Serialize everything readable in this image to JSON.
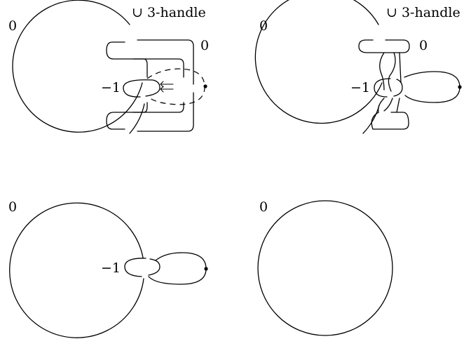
{
  "panels": [
    {
      "handle_note": "∪ 3-handle",
      "labels": {
        "big_circle": "0",
        "top_right": "0",
        "left": "−1"
      }
    },
    {
      "handle_note": "∪ 3-handle",
      "labels": {
        "big_circle": "0",
        "top_right": "0",
        "left": "−1"
      }
    },
    {
      "labels": {
        "big_circle": "0",
        "left": "−1"
      }
    },
    {
      "labels": {
        "big_circle": "0"
      }
    }
  ],
  "colors": {
    "stroke": "#000000",
    "background": "#ffffff"
  }
}
